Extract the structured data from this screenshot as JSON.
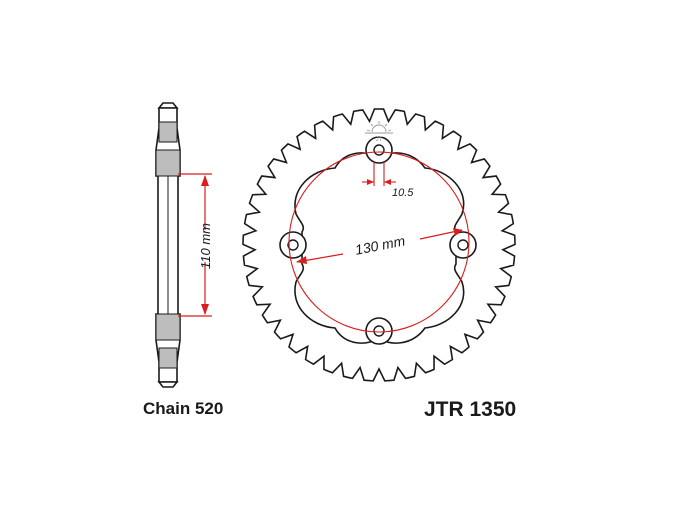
{
  "colors": {
    "outline": "#1a1a1a",
    "dimension": "#d81e1e",
    "gray_fill": "#bdbdbd",
    "background": "#ffffff"
  },
  "dimensions": {
    "hub_diameter": "110 mm",
    "bolt_circle": "130 mm",
    "bolt_hole": "10.5"
  },
  "captions": {
    "chain": "Chain 520",
    "part_number": "JTR 1350"
  },
  "icons": {
    "logo": "jt-sun-logo-icon"
  }
}
